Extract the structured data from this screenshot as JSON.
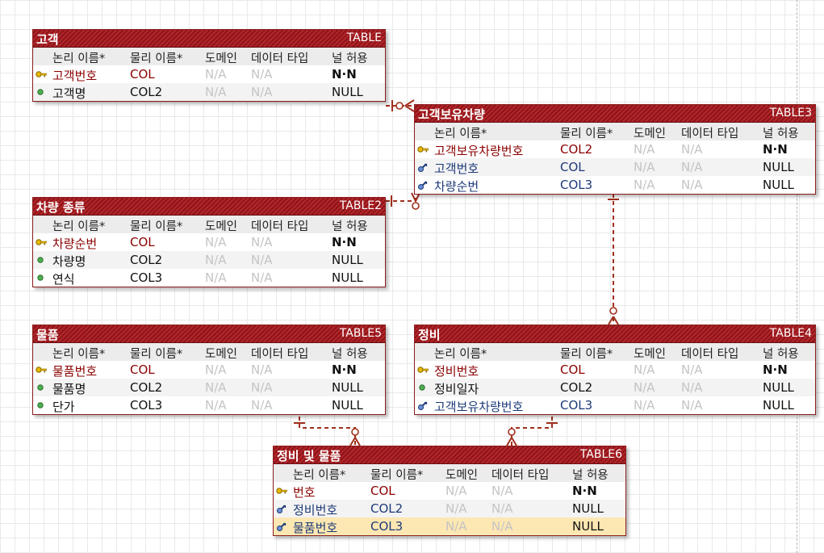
{
  "colors": {
    "header_red": "#b3262b",
    "relationship_line": "#a0301c",
    "pk_text": "#8b0000",
    "fk_text": "#1d3a78",
    "disabled_text": "#c4c4c4",
    "selected_row": "#fde7b2"
  },
  "column_headers": {
    "logical": "논리 이름*",
    "physical": "물리 이름*",
    "domain": "도메인",
    "datatype": "데이터 타입",
    "nullable": "널 허용"
  },
  "entities": [
    {
      "name": "고객",
      "tag": "TABLE",
      "rows": [
        {
          "icon": "primary-key-icon",
          "kind": "pk",
          "logical": "고객번호",
          "physical": "COL",
          "domain": "N/A",
          "datatype": "N/A",
          "nullable": "N·N"
        },
        {
          "icon": "attribute-dot-icon",
          "kind": "attr",
          "logical": "고객명",
          "physical": "COL2",
          "domain": "N/A",
          "datatype": "N/A",
          "nullable": "NULL"
        }
      ]
    },
    {
      "name": "고객보유차량",
      "tag": "TABLE3",
      "rows": [
        {
          "icon": "primary-key-icon",
          "kind": "pk",
          "logical": "고객보유차량번호",
          "physical": "COL2",
          "domain": "N/A",
          "datatype": "N/A",
          "nullable": "N·N"
        },
        {
          "icon": "foreign-key-icon",
          "kind": "fk",
          "logical": "고객번호",
          "physical": "COL",
          "domain": "N/A",
          "datatype": "N/A",
          "nullable": "NULL"
        },
        {
          "icon": "foreign-key-icon",
          "kind": "fk",
          "logical": "차량순번",
          "physical": "COL3",
          "domain": "N/A",
          "datatype": "N/A",
          "nullable": "NULL"
        }
      ]
    },
    {
      "name": "차량 종류",
      "tag": "TABLE2",
      "rows": [
        {
          "icon": "primary-key-icon",
          "kind": "pk",
          "logical": "차량순번",
          "physical": "COL",
          "domain": "N/A",
          "datatype": "N/A",
          "nullable": "N·N"
        },
        {
          "icon": "attribute-dot-icon",
          "kind": "attr",
          "logical": "차량명",
          "physical": "COL2",
          "domain": "N/A",
          "datatype": "N/A",
          "nullable": "NULL"
        },
        {
          "icon": "attribute-dot-icon",
          "kind": "attr",
          "logical": "연식",
          "physical": "COL3",
          "domain": "N/A",
          "datatype": "N/A",
          "nullable": "NULL"
        }
      ]
    },
    {
      "name": "물품",
      "tag": "TABLE5",
      "rows": [
        {
          "icon": "primary-key-icon",
          "kind": "pk",
          "logical": "물품번호",
          "physical": "COL",
          "domain": "N/A",
          "datatype": "N/A",
          "nullable": "N·N"
        },
        {
          "icon": "attribute-dot-icon",
          "kind": "attr",
          "logical": "물품명",
          "physical": "COL2",
          "domain": "N/A",
          "datatype": "N/A",
          "nullable": "NULL"
        },
        {
          "icon": "attribute-dot-icon",
          "kind": "attr",
          "logical": "단가",
          "physical": "COL3",
          "domain": "N/A",
          "datatype": "N/A",
          "nullable": "NULL"
        }
      ]
    },
    {
      "name": "정비",
      "tag": "TABLE4",
      "rows": [
        {
          "icon": "primary-key-icon",
          "kind": "pk",
          "logical": "정비번호",
          "physical": "COL",
          "domain": "N/A",
          "datatype": "N/A",
          "nullable": "N·N"
        },
        {
          "icon": "attribute-dot-icon",
          "kind": "attr",
          "logical": "정비일자",
          "physical": "COL2",
          "domain": "N/A",
          "datatype": "N/A",
          "nullable": "NULL"
        },
        {
          "icon": "foreign-key-icon",
          "kind": "fk",
          "logical": "고객보유차량번호",
          "physical": "COL3",
          "domain": "N/A",
          "datatype": "N/A",
          "nullable": "NULL"
        }
      ]
    },
    {
      "name": "정비 및 물품",
      "tag": "TABLE6",
      "rows": [
        {
          "icon": "primary-key-icon",
          "kind": "pk",
          "logical": "번호",
          "physical": "COL",
          "domain": "N/A",
          "datatype": "N/A",
          "nullable": "N·N"
        },
        {
          "icon": "foreign-key-icon",
          "kind": "fk",
          "logical": "정비번호",
          "physical": "COL2",
          "domain": "N/A",
          "datatype": "N/A",
          "nullable": "NULL"
        },
        {
          "icon": "foreign-key-icon",
          "kind": "fk",
          "logical": "물품번호",
          "physical": "COL3",
          "domain": "N/A",
          "datatype": "N/A",
          "nullable": "NULL",
          "selected": true
        }
      ]
    }
  ]
}
